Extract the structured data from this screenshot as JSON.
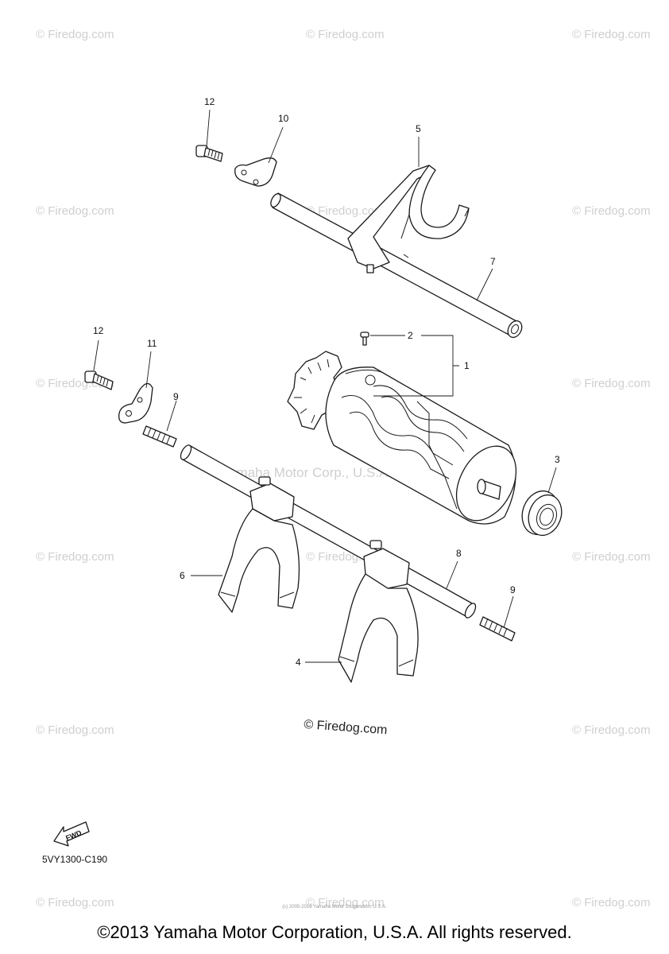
{
  "diagram": {
    "callouts": {
      "p1": "1",
      "p2": "2",
      "p3": "3",
      "p4": "4",
      "p5": "5",
      "p6": "6",
      "p7": "7",
      "p8": "8",
      "p9a": "9",
      "p9b": "9",
      "p10": "10",
      "p11": "11",
      "p12a": "12",
      "p12b": "12"
    },
    "fwd_label": "FWD",
    "part_code": "5VY1300-C190"
  },
  "watermarks": {
    "site": "© Firedog.com",
    "center": "© Firedog.com",
    "overlay": "Yamaha Motor Corp., U.S.A."
  },
  "footer": {
    "copyright": "©2013 Yamaha Motor Corporation, U.S.A. All rights reserved.",
    "small_print": "(c) 2005-2016 Yamaha Motor Corporation, U.S.A."
  },
  "colors": {
    "line": "#1a1a1a",
    "watermark": "#cfcfcf",
    "background": "#ffffff"
  }
}
